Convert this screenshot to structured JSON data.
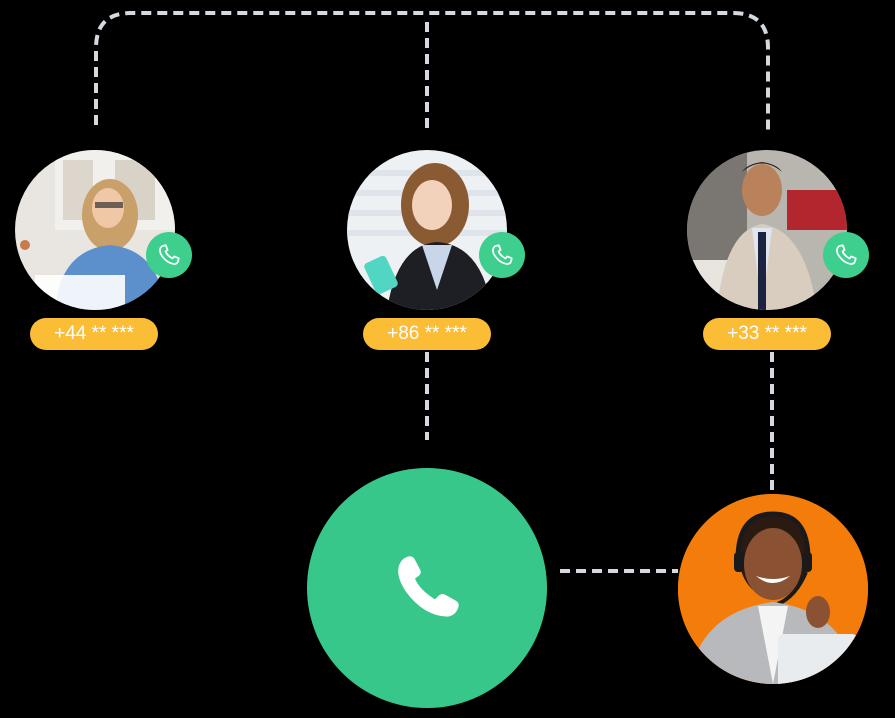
{
  "colors": {
    "background": "#000000",
    "connector": "#d3d9df",
    "call_green": "#3ecf8e",
    "main_call_green": "#38c78a",
    "pill_yellow": "#fbbd36",
    "agent_orange": "#f47c0a"
  },
  "callers": [
    {
      "label": "+44 ** ***",
      "avatar": "woman-blue-sweater-laptop",
      "icon": "phone-icon"
    },
    {
      "label": "+86 ** ***",
      "avatar": "woman-smartphone-office",
      "icon": "phone-icon"
    },
    {
      "label": "+33 ** ***",
      "avatar": "man-suit-paris",
      "icon": "phone-icon"
    }
  ],
  "main_call": {
    "icon": "phone-handset-icon"
  },
  "agent": {
    "avatar": "agent-headset-orange"
  }
}
